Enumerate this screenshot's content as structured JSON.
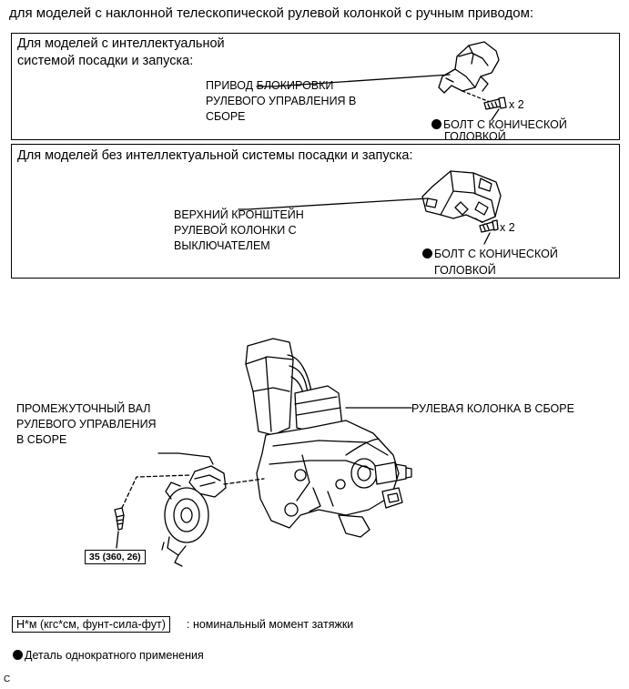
{
  "heading": "для моделей с наклонной телескопической рулевой колонкой с ручным приводом:",
  "box1": {
    "label_line1": "Для моделей с интеллектуальной",
    "label_line2": "системой посадки и запуска:",
    "part_line1": "ПРИВОД БЛОКИРОВКИ",
    "part_line2": "РУЛЕВОГО УПРАВЛЕНИЯ В",
    "part_line3": "СБОРЕ",
    "qty": "x 2",
    "bolt_line1": "БОЛТ С КОНИЧЕСКОЙ",
    "bolt_line2": "ГОЛОВКОЙ"
  },
  "box2": {
    "label": "Для моделей без интеллектуальной системы посадки и запуска:",
    "part_line1": "ВЕРХНИЙ КРОНШТЕЙН",
    "part_line2": "РУЛЕВОЙ КОЛОНКИ С",
    "part_line3": "ВЫКЛЮЧАТЕЛЕМ",
    "qty": "x 2",
    "bolt_line1": "БОЛТ С КОНИЧЕСКОЙ",
    "bolt_line2": "ГОЛОВКОЙ"
  },
  "main": {
    "shaft_line1": "ПРОМЕЖУТОЧНЫЙ ВАЛ",
    "shaft_line2": "РУЛЕВОГО УПРАВЛЕНИЯ",
    "shaft_line3": "В СБОРЕ",
    "column_label": "РУЛЕВАЯ КОЛОНКА В СБОРЕ",
    "torque": "35 (360, 26)"
  },
  "legend": {
    "unit_box": "Н*м (кгс*см, фунт-сила-фут)",
    "unit_desc": ": номинальный момент затяжки",
    "single_use": "Деталь однократного применения"
  },
  "footer_code": "C"
}
